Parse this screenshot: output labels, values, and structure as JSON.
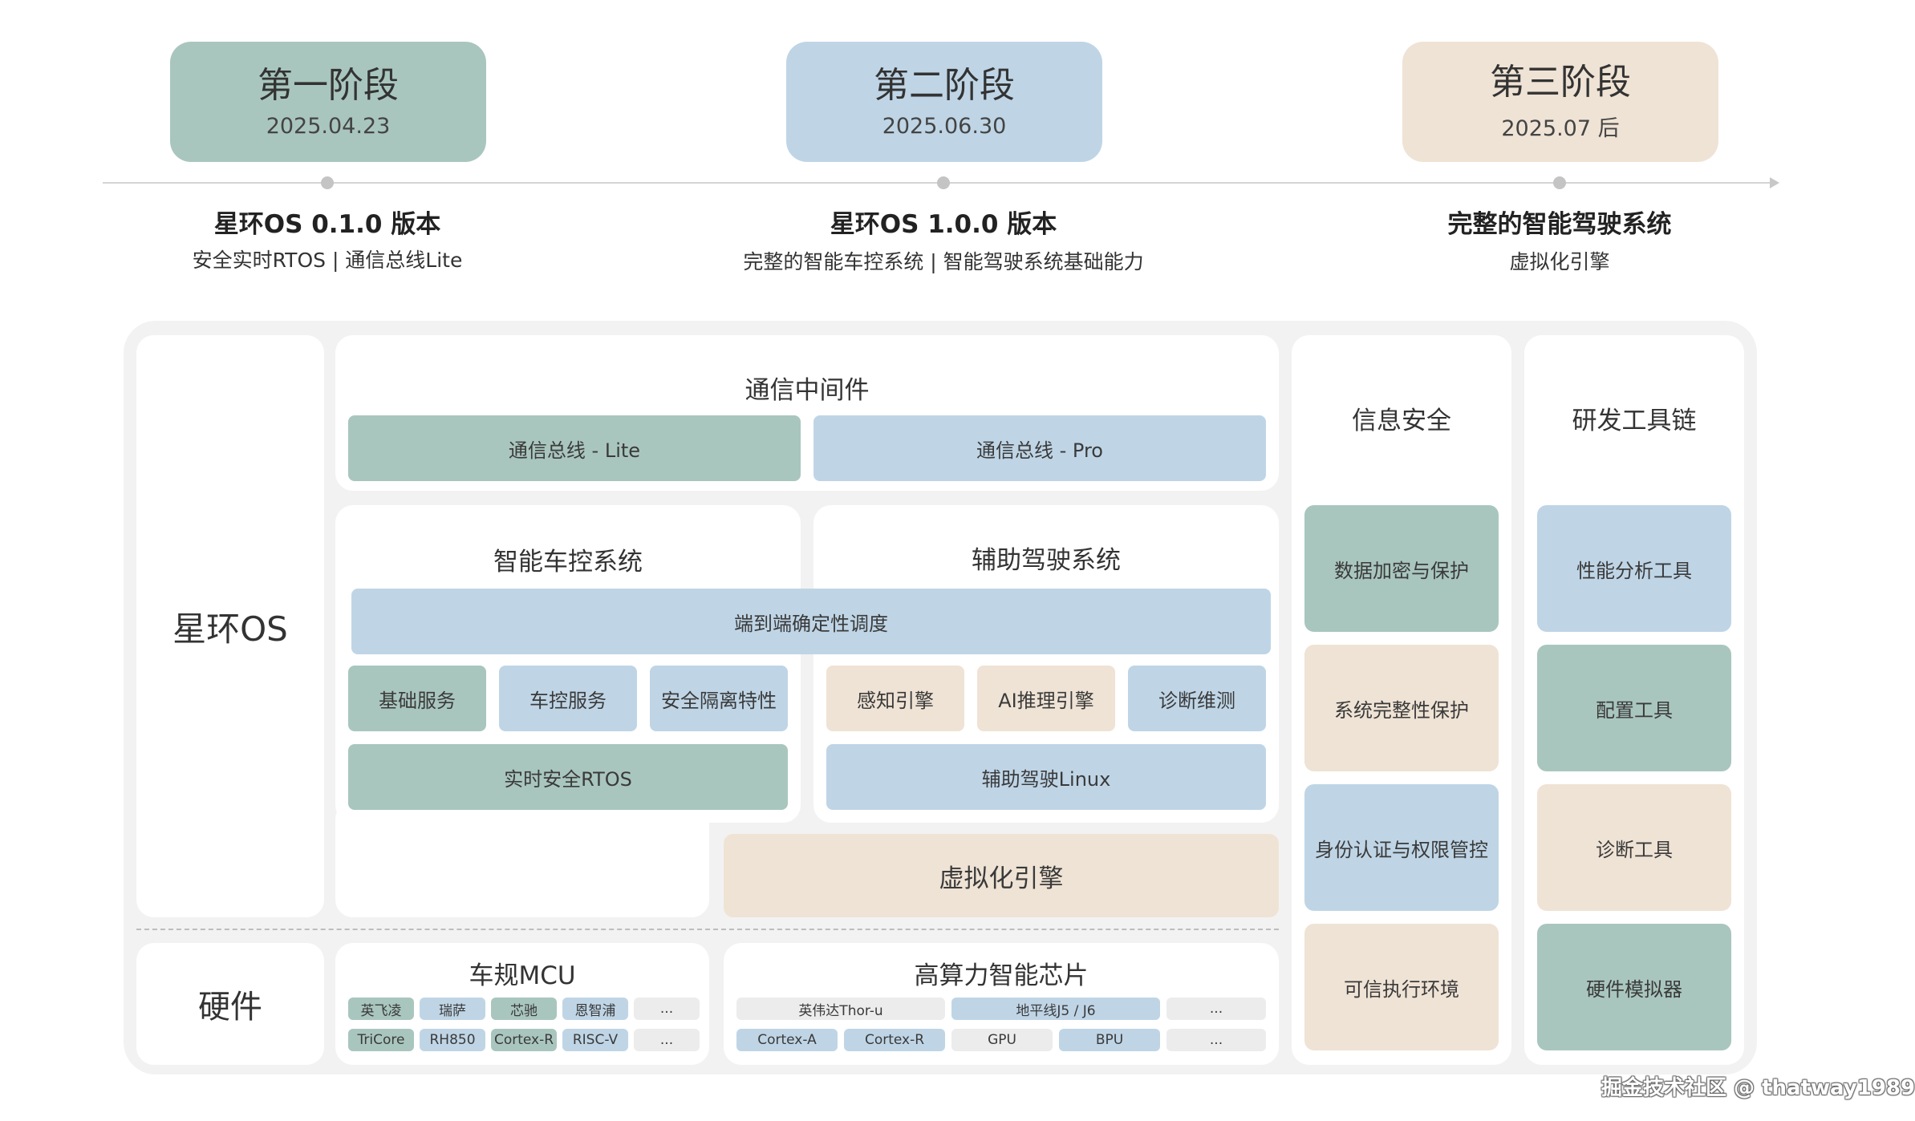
{
  "colors": {
    "green": "#a9c6be",
    "blue": "#bfd5e6",
    "beige": "#efe3d5",
    "panel": "#ffffff",
    "outer": "#f2f2f2",
    "chip_grey": "#ececec"
  },
  "phases": [
    {
      "title": "第一阶段",
      "date": "2025.04.23",
      "version": "星环OS 0.1.0 版本",
      "desc": "安全实时RTOS | 通信总线Lite"
    },
    {
      "title": "第二阶段",
      "date": "2025.06.30",
      "version": "星环OS 1.0.0 版本",
      "desc": "完整的智能车控系统 | 智能驾驶系统基础能力"
    },
    {
      "title": "第三阶段",
      "date": "2025.07 后",
      "version": "完整的智能驾驶系统",
      "desc": "虚拟化引擎"
    }
  ],
  "arch": {
    "os_label": "星环OS",
    "hw_label": "硬件",
    "comm": {
      "title": "通信中间件",
      "lite": "通信总线 - Lite",
      "pro": "通信总线 - Pro"
    },
    "vehicle": {
      "title": "智能车控系统",
      "basic": "基础服务",
      "control": "车控服务",
      "isolation": "安全隔离特性",
      "rtos": "实时安全RTOS"
    },
    "adas": {
      "title": "辅助驾驶系统",
      "perception": "感知引擎",
      "ai": "AI推理引擎",
      "diag": "诊断维测",
      "linux": "辅助驾驶Linux"
    },
    "e2e": "端到端确定性调度",
    "virt": "虚拟化引擎",
    "security": {
      "title": "信息安全",
      "items": [
        "数据加密与保护",
        "系统完整性保护",
        "身份认证与权限管控",
        "可信执行环境"
      ]
    },
    "tools": {
      "title": "研发工具链",
      "items": [
        "性能分析工具",
        "配置工具",
        "诊断工具",
        "硬件模拟器"
      ]
    },
    "mcu": {
      "title": "车规MCU",
      "row1": [
        "英飞凌",
        "瑞萨",
        "芯驰",
        "恩智浦",
        "..."
      ],
      "row2": [
        "TriCore",
        "RH850",
        "Cortex-R",
        "RISC-V",
        "..."
      ]
    },
    "soc": {
      "title": "高算力智能芯片",
      "row1": [
        "英伟达Thor-u",
        "地平线J5 / J6",
        "..."
      ],
      "row2": [
        "Cortex-A",
        "Cortex-R",
        "GPU",
        "BPU",
        "..."
      ]
    }
  },
  "watermark": "掘金技术社区 @ thatway1989"
}
